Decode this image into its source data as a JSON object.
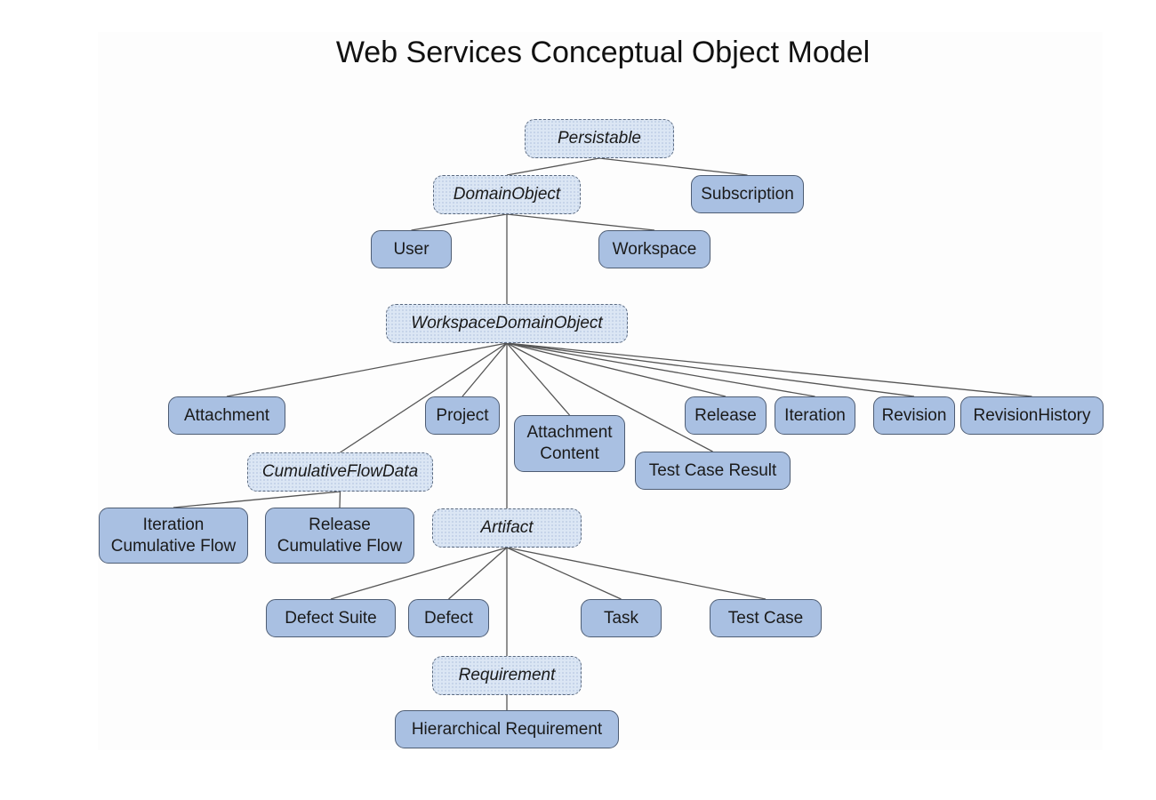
{
  "title": "Web Services Conceptual Object Model",
  "colors": {
    "concrete_fill": "#a9c0e2",
    "abstract_fill": "#dbe6f4",
    "edge": "#555555"
  },
  "nodes": {
    "persistable": "Persistable",
    "domain_object": "DomainObject",
    "subscription": "Subscription",
    "user": "User",
    "workspace": "Workspace",
    "workspace_domain_object": "WorkspaceDomainObject",
    "attachment": "Attachment",
    "project": "Project",
    "attachment_content": "Attachment Content",
    "release": "Release",
    "iteration": "Iteration",
    "revision": "Revision",
    "revision_history": "RevisionHistory",
    "test_case_result": "Test Case Result",
    "cumulative_flow_data": "CumulativeFlowData",
    "iteration_cumulative_flow": "Iteration Cumulative Flow",
    "release_cumulative_flow": "Release Cumulative Flow",
    "artifact": "Artifact",
    "defect_suite": "Defect Suite",
    "defect": "Defect",
    "task": "Task",
    "test_case": "Test Case",
    "requirement": "Requirement",
    "hierarchical_requirement": "Hierarchical Requirement"
  },
  "edges": [
    [
      "persistable",
      "domain_object"
    ],
    [
      "persistable",
      "subscription"
    ],
    [
      "domain_object",
      "user"
    ],
    [
      "domain_object",
      "workspace"
    ],
    [
      "domain_object",
      "workspace_domain_object"
    ],
    [
      "workspace_domain_object",
      "attachment"
    ],
    [
      "workspace_domain_object",
      "project"
    ],
    [
      "workspace_domain_object",
      "cumulative_flow_data"
    ],
    [
      "workspace_domain_object",
      "attachment_content"
    ],
    [
      "workspace_domain_object",
      "artifact"
    ],
    [
      "workspace_domain_object",
      "test_case_result"
    ],
    [
      "workspace_domain_object",
      "release"
    ],
    [
      "workspace_domain_object",
      "iteration"
    ],
    [
      "workspace_domain_object",
      "revision"
    ],
    [
      "workspace_domain_object",
      "revision_history"
    ],
    [
      "cumulative_flow_data",
      "iteration_cumulative_flow"
    ],
    [
      "cumulative_flow_data",
      "release_cumulative_flow"
    ],
    [
      "artifact",
      "defect_suite"
    ],
    [
      "artifact",
      "defect"
    ],
    [
      "artifact",
      "task"
    ],
    [
      "artifact",
      "test_case"
    ],
    [
      "artifact",
      "requirement"
    ],
    [
      "requirement",
      "hierarchical_requirement"
    ]
  ]
}
